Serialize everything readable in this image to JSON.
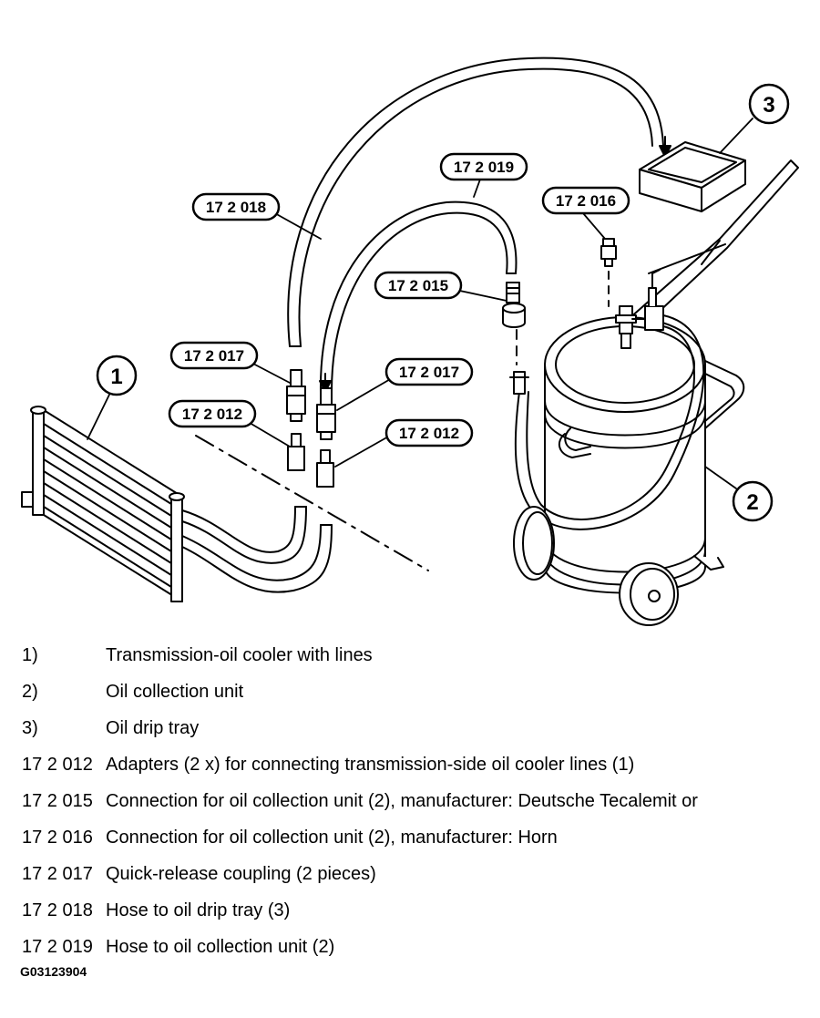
{
  "callouts": {
    "one": "1",
    "two": "2",
    "three": "3"
  },
  "part_labels": {
    "p018": "17 2 018",
    "p019": "17 2 019",
    "p016": "17 2 016",
    "p015": "17 2 015",
    "p017a": "17 2 017",
    "p017b": "17 2 017",
    "p012a": "17 2 012",
    "p012b": "17 2 012"
  },
  "legend": [
    {
      "key": "1)",
      "desc": "Transmission-oil cooler with lines"
    },
    {
      "key": "2)",
      "desc": "Oil collection unit"
    },
    {
      "key": "3)",
      "desc": "Oil drip tray"
    },
    {
      "key": "17 2 012",
      "desc": "Adapters (2 x) for connecting transmission-side oil cooler lines (1)"
    },
    {
      "key": "17 2 015",
      "desc": "Connection for oil collection unit (2), manufacturer: Deutsche Tecalemit or"
    },
    {
      "key": "17 2 016",
      "desc": "Connection for oil collection unit (2), manufacturer: Horn"
    },
    {
      "key": "17 2 017",
      "desc": "Quick-release coupling (2 pieces)"
    },
    {
      "key": "17 2 018",
      "desc": "Hose to oil drip tray (3)"
    },
    {
      "key": "17 2 019",
      "desc": "Hose to oil collection unit (2)"
    }
  ],
  "figure_id": "G03123904"
}
